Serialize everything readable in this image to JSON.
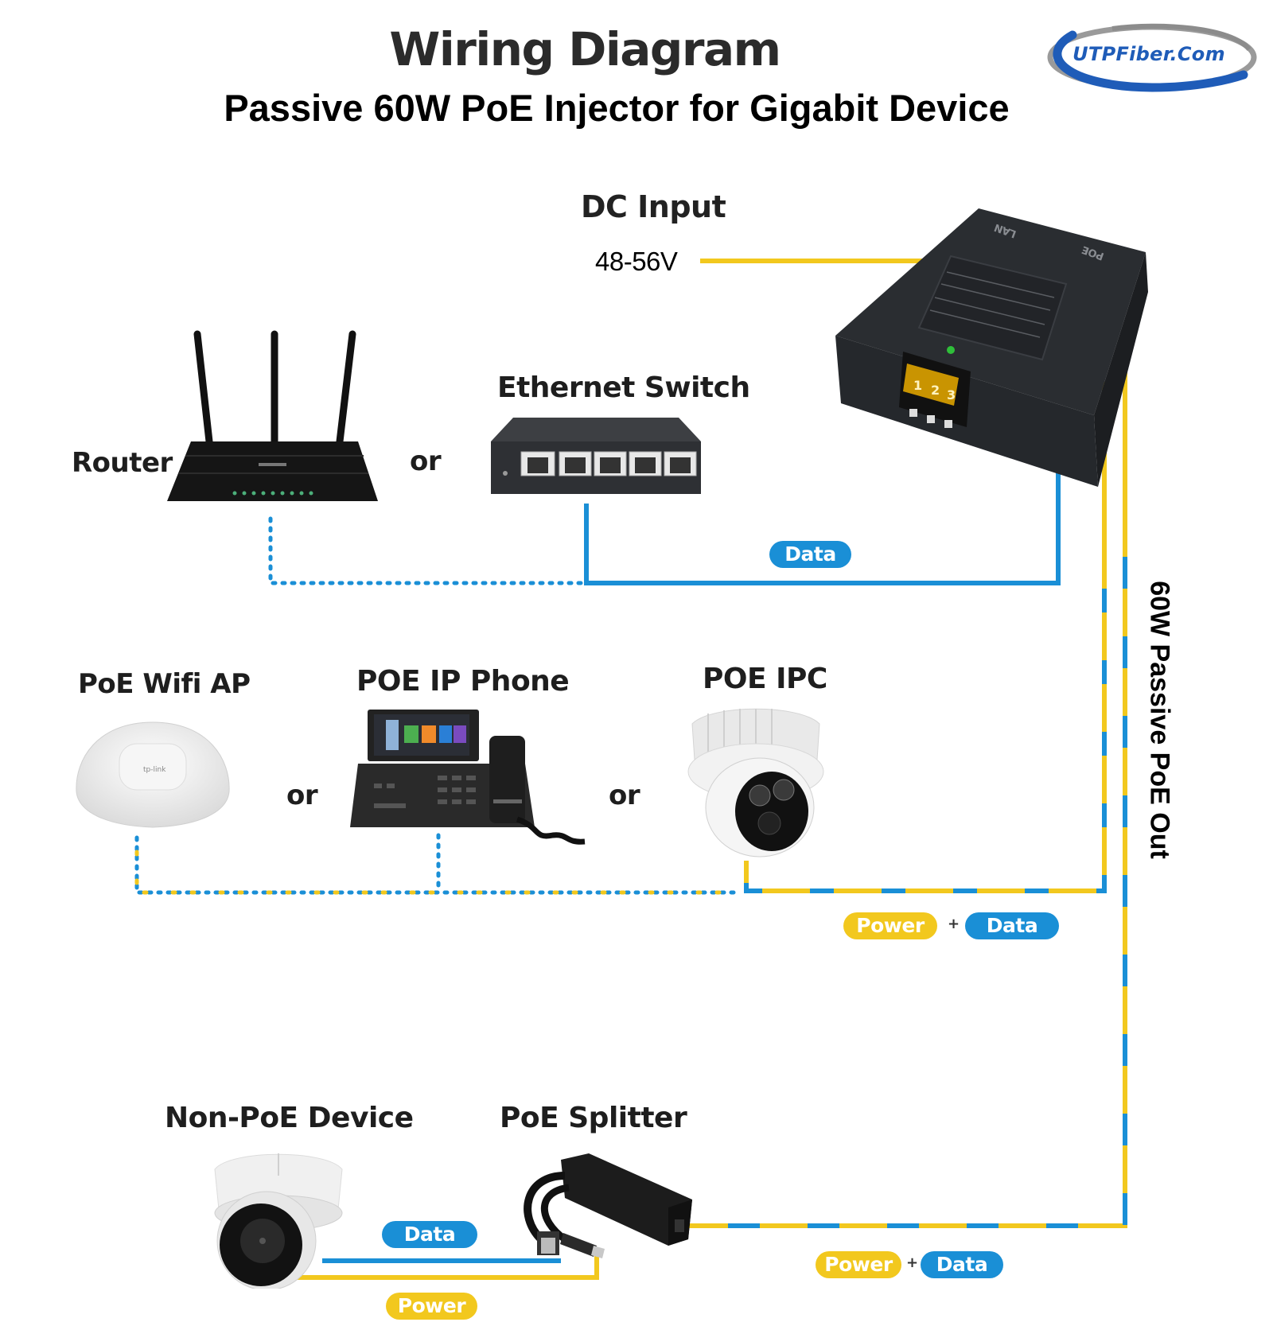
{
  "header": {
    "title": "Wiring Diagram",
    "subtitle": "Passive 60W PoE Injector for Gigabit Device",
    "logo_text": "UTPFiber.Com"
  },
  "injector": {
    "input_label": "DC Input",
    "voltage": "48-56V",
    "port_lan": "LAN",
    "port_poe": "POE",
    "terminal_numbers": [
      "1",
      "2",
      "3"
    ],
    "output_label": "60W Passive PoE Out"
  },
  "upstream": {
    "router_label": "Router",
    "or_label": "or",
    "switch_label": "Ethernet Switch",
    "data_badge": "Data"
  },
  "poe_devices": {
    "ap_label": "PoE Wifi AP",
    "or_1": "or",
    "phone_label": "POE IP Phone",
    "or_2": "or",
    "ipc_label": "POE IPC",
    "power_badge": "Power",
    "plus": "+",
    "data_badge": "Data"
  },
  "non_poe": {
    "device_label": "Non-PoE Device",
    "splitter_label": "PoE Splitter",
    "data_badge": "Data",
    "power_badge": "Power",
    "out_power_badge": "Power",
    "out_plus": "+",
    "out_data_badge": "Data"
  },
  "colors": {
    "data_blue": "#1a8fd6",
    "power_yellow": "#f2c81e",
    "brand_blue": "#1f5cb8"
  }
}
